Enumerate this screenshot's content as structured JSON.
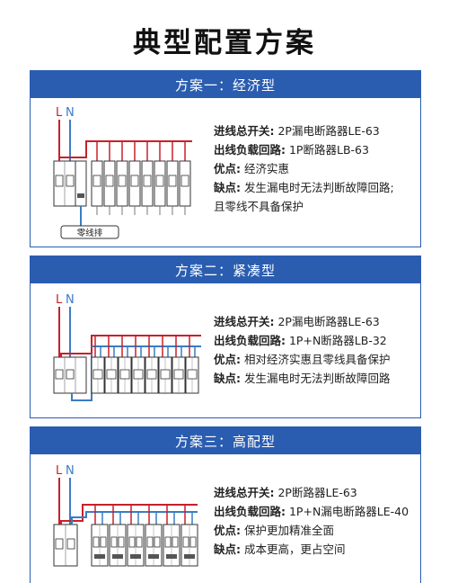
{
  "title": "典型配置方案",
  "schemes": [
    {
      "header": "方案一：经济型",
      "incoming_label": "进线总开关:",
      "incoming_value": "2P漏电断路器LE-63",
      "outgoing_label": "出线负载回路:",
      "outgoing_value": "1P断路器LB-63",
      "pros_label": "优点:",
      "pros_value": "经济实惠",
      "cons_label": "缺点:",
      "cons_value": "发生漏电时无法判断故障回路;",
      "cons_value_2": "且零线不具备保护",
      "wire_l": "L",
      "wire_n": "N",
      "neutral_bar": "零线排"
    },
    {
      "header": "方案二：紧凑型",
      "incoming_label": "进线总开关:",
      "incoming_value": "2P漏电断路器LE-63",
      "outgoing_label": "出线负载回路:",
      "outgoing_value": "1P+N断路器LB-32",
      "pros_label": "优点:",
      "pros_value": "相对经济实惠且零线具备保护",
      "cons_label": "缺点:",
      "cons_value": "发生漏电时无法判断故障回路",
      "wire_l": "L",
      "wire_n": "N"
    },
    {
      "header": "方案三：高配型",
      "incoming_label": "进线总开关:",
      "incoming_value": "2P断路器LE-63",
      "outgoing_label": "出线负载回路:",
      "outgoing_value": "1P+N漏电断路器LE-40",
      "pros_label": "优点:",
      "pros_value": "保护更加精准全面",
      "cons_label": "缺点:",
      "cons_value": "成本更高，更占空间",
      "wire_l": "L",
      "wire_n": "N"
    }
  ],
  "colors": {
    "accent": "#2a5db0",
    "live_wire": "#c8202a",
    "neutral_wire": "#3a7cc4"
  }
}
